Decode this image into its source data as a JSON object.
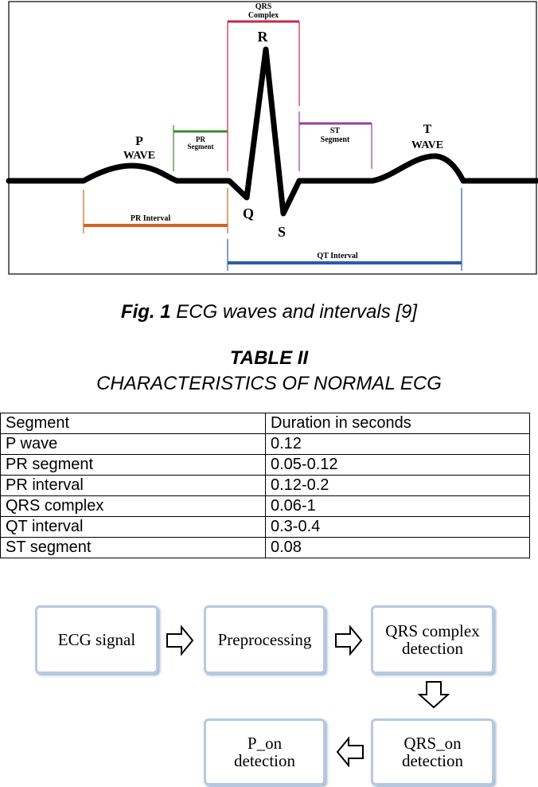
{
  "figure": {
    "labels": {
      "qrs_complex_line1": "QRS",
      "qrs_complex_line2": "Complex",
      "r": "R",
      "q": "Q",
      "s": "S",
      "p_letter": "P",
      "p_wave": "WAVE",
      "pr_segment_line1": "PR",
      "pr_segment_line2": "Segment",
      "st_segment_line1": "ST",
      "st_segment_line2": "Segment",
      "t_letter": "T",
      "t_wave": "WAVE",
      "pr_interval": "PR Interval",
      "qt_interval": "QT Interval"
    },
    "colors": {
      "trace": "#000000",
      "qrs_complex": "#c8284a",
      "pr_segment": "#3e8a2e",
      "st_segment": "#9a3f9a",
      "pr_interval": "#d8621e",
      "qt_interval": "#2e5aa8"
    }
  },
  "caption": {
    "label": "Fig. 1",
    "text": " ECG waves and intervals [9]"
  },
  "table": {
    "title": "TABLE II",
    "subtitle": "CHARACTERISTICS OF NORMAL ECG",
    "headers": [
      "Segment",
      "Duration in seconds"
    ],
    "rows": [
      [
        "P wave",
        "0.12"
      ],
      [
        "PR segment",
        "0.05-0.12"
      ],
      [
        "PR interval",
        "0.12-0.2"
      ],
      [
        "QRS complex",
        "0.06-1"
      ],
      [
        "QT interval",
        "0.3-0.4"
      ],
      [
        "ST segment",
        "0.08"
      ]
    ]
  },
  "flowchart": {
    "steps": {
      "ecg_signal": "ECG signal",
      "preprocessing": "Preprocessing",
      "qrs_detection_line1": "QRS complex",
      "qrs_detection_line2": "detection",
      "qrs_on_line1": "QRS_on",
      "qrs_on_line2": "detection",
      "p_on_line1": "P_on",
      "p_on_line2": "detection"
    },
    "colors": {
      "box_border": "#b6c9e3",
      "arrow": "#000000"
    }
  }
}
